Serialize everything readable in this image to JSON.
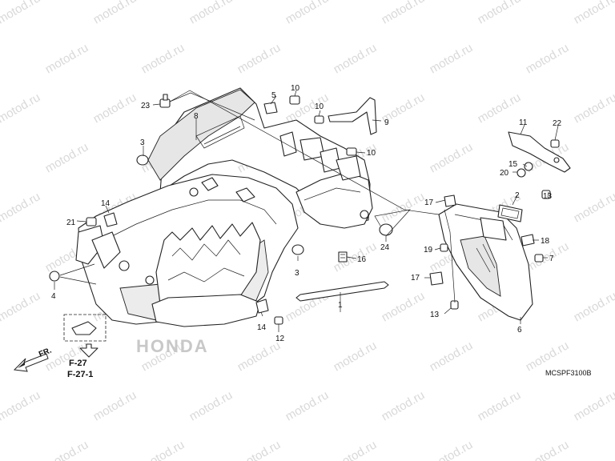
{
  "watermark": "motod.ru",
  "diagram_code": "MCSPF3100B",
  "front_label": "FR.",
  "references": [
    "F-27",
    "F-27-1"
  ],
  "brand_emboss": "HONDA",
  "callouts": {
    "c1": "1",
    "c2": "2",
    "c3a": "3",
    "c3b": "3",
    "c4": "4",
    "c5": "5",
    "c6": "6",
    "c7": "7",
    "c8": "8",
    "c9": "9",
    "c10a": "10",
    "c10b": "10",
    "c10c": "10",
    "c11": "11",
    "c12": "12",
    "c13a": "13",
    "c13b": "13",
    "c14a": "14",
    "c14b": "14",
    "c15": "15",
    "c16": "16",
    "c17a": "17",
    "c17b": "17",
    "c18": "18",
    "c19": "19",
    "c20": "20",
    "c21": "21",
    "c22": "22",
    "c23": "23",
    "c24": "24"
  }
}
